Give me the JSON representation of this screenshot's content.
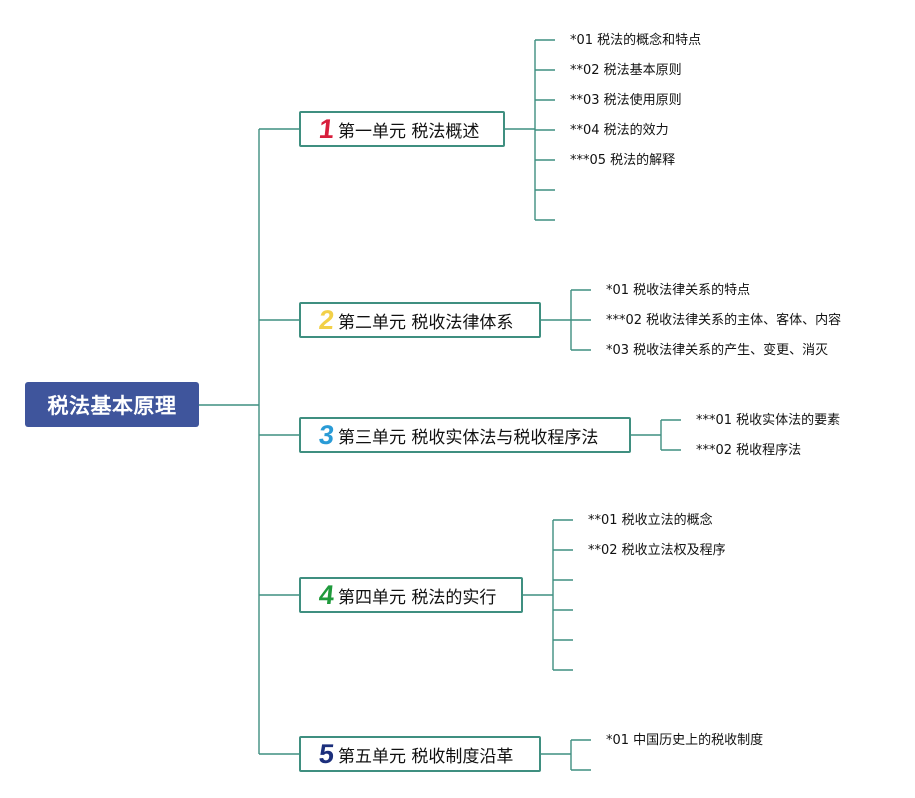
{
  "root": {
    "title": "税法基本原理",
    "color": "#3f559c"
  },
  "line_color": "#3f8f80",
  "units": [
    {
      "num": "1",
      "num_color": "#d81e3c",
      "title": "第一单元 税法概述",
      "topics": [
        "*01 税法的概念和特点",
        "**02 税法基本原则",
        "**03 税法使用原则",
        "**04 税法的效力",
        "***05 税法的解释"
      ]
    },
    {
      "num": "2",
      "num_color": "#f2d048",
      "title": "第二单元 税收法律体系",
      "topics": [
        "*01 税收法律关系的特点",
        "***02 税收法律关系的主体、客体、内容",
        "*03 税收法律关系的产生、变更、消灭"
      ]
    },
    {
      "num": "3",
      "num_color": "#2a9bd6",
      "title": "第三单元 税收实体法与税收程序法",
      "topics": [
        "***01 税收实体法的要素",
        "***02 税收程序法"
      ]
    },
    {
      "num": "4",
      "num_color": "#1f9a3c",
      "title": "第四单元 税法的实行",
      "topics": [
        "**01 税收立法的概念",
        "**02 税收立法权及程序"
      ]
    },
    {
      "num": "5",
      "num_color": "#1c2f7c",
      "title": "第五单元 税收制度沿革",
      "topics": [
        "*01 中国历史上的税收制度"
      ]
    }
  ]
}
